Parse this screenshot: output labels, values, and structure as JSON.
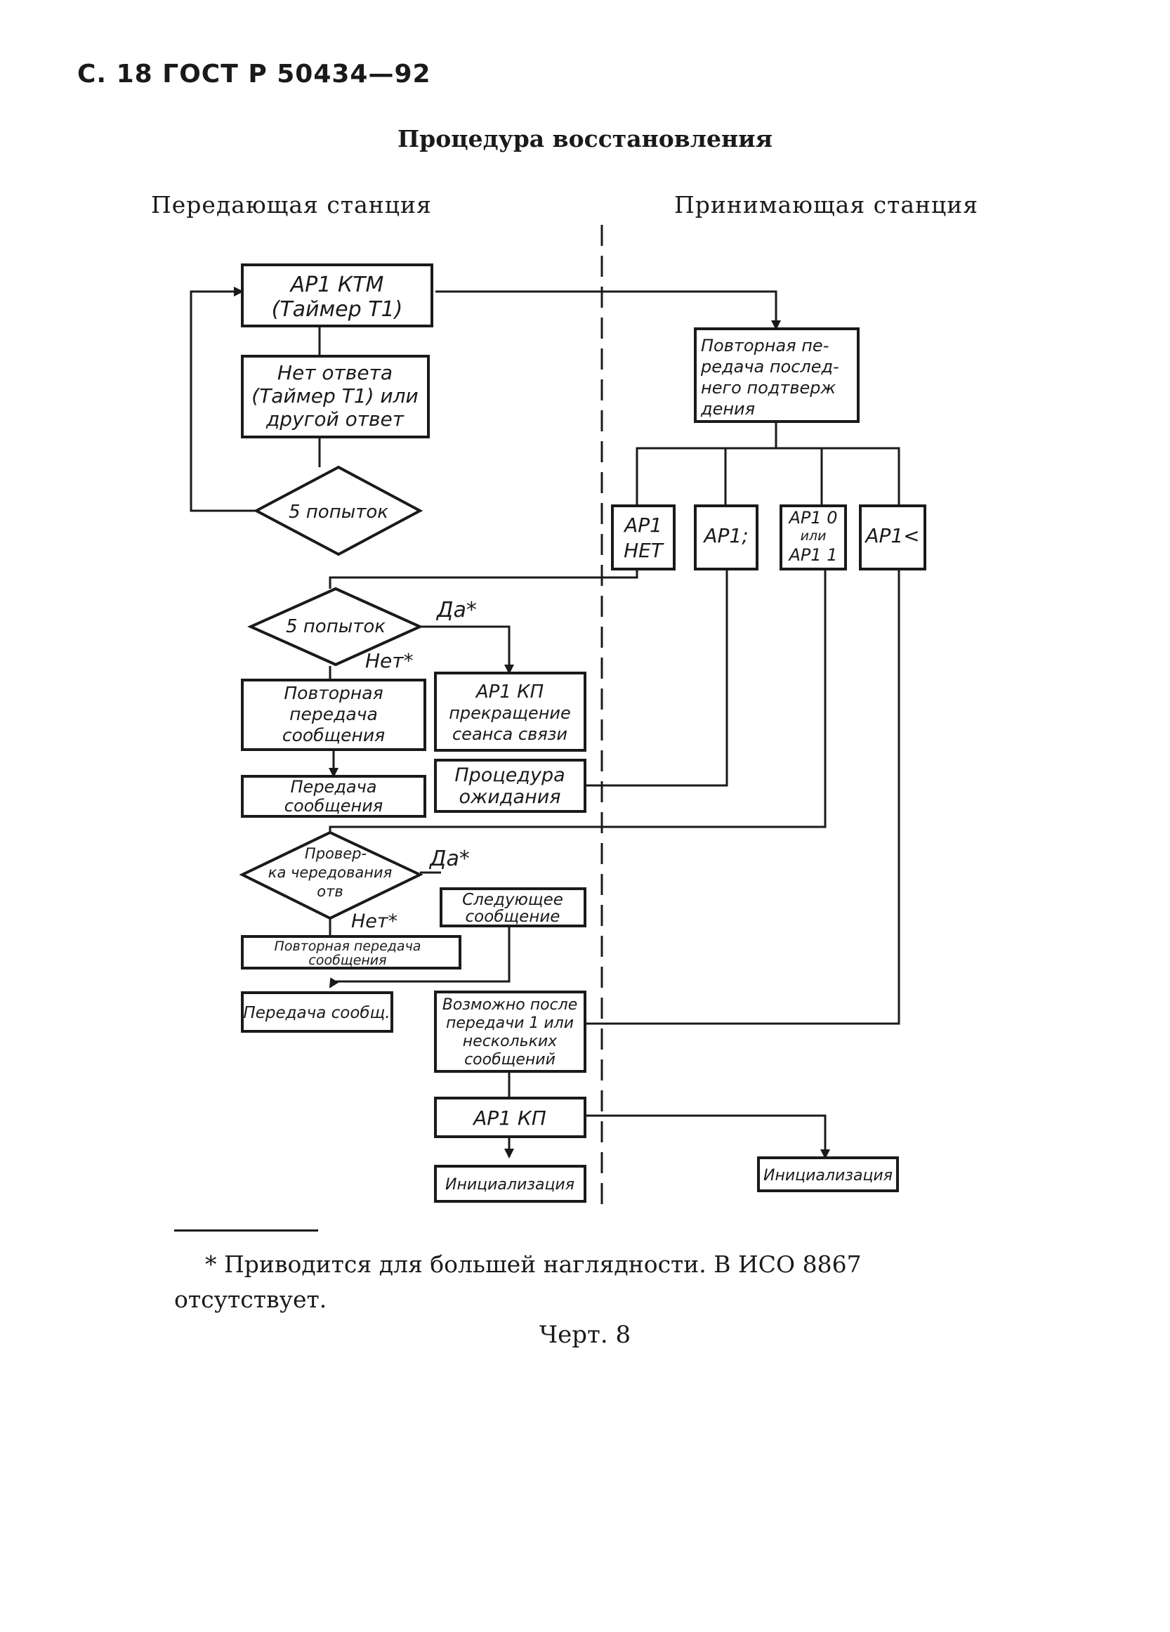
{
  "header": {
    "page_ref": "С. 18 ГОСТ Р 50434—92"
  },
  "diagram": {
    "title": "Процедура восстановления",
    "left_station": "Передающая станция",
    "right_station": "Принимающая станция",
    "nodes": {
      "ktm": [
        "AP1  КТМ",
        "(Таймер Т1)"
      ],
      "no_response": [
        "Нет ответа",
        "(Таймер Т1) или",
        "другой ответ"
      ],
      "attempts1": "5 попыток",
      "retransmit_ack": [
        "Повторная пе-",
        "редача послед-",
        "него подтверж",
        "дения"
      ],
      "resp_ap1_net": [
        "AP1",
        "НЕТ"
      ],
      "resp_ap1_semicolon": "AP1;",
      "resp_ap1_0_or_1": [
        "AP1 0",
        "или",
        "AP1 1"
      ],
      "resp_ap1_lt": "AP1<",
      "attempts2": "5 попыток",
      "yes1": "Да*",
      "no1": "Нет*",
      "retransmit_msg": [
        "Повторная",
        "передача",
        "сообщения"
      ],
      "ap1_kp_stop": [
        "AP1  КП",
        "прекращение",
        "сеанса связи"
      ],
      "transmit_msg1": [
        "Передача",
        "сообщения"
      ],
      "wait_proc": [
        "Процедура",
        "ожидания"
      ],
      "alt_check": [
        "Провер-",
        "ка чередования",
        "отв"
      ],
      "yes2": "Да*",
      "no2": "Нет*",
      "next_msg": [
        "Следующее",
        "сообщение"
      ],
      "retransmit_msg2": [
        "Повторная передача",
        "сообщения"
      ],
      "transmit_msg2": "Передача сообщ.",
      "possible_after": [
        "Возможно после",
        "передачи 1 или",
        "нескольких",
        "сообщений"
      ],
      "ap1_kp": "AP1  КП",
      "init_left": "Инициализация",
      "init_right": "Инициализация"
    }
  },
  "footnote": "* Приводится для большей наглядности. В ИСО 8867 отсутствует.",
  "caption": "Черт. 8"
}
